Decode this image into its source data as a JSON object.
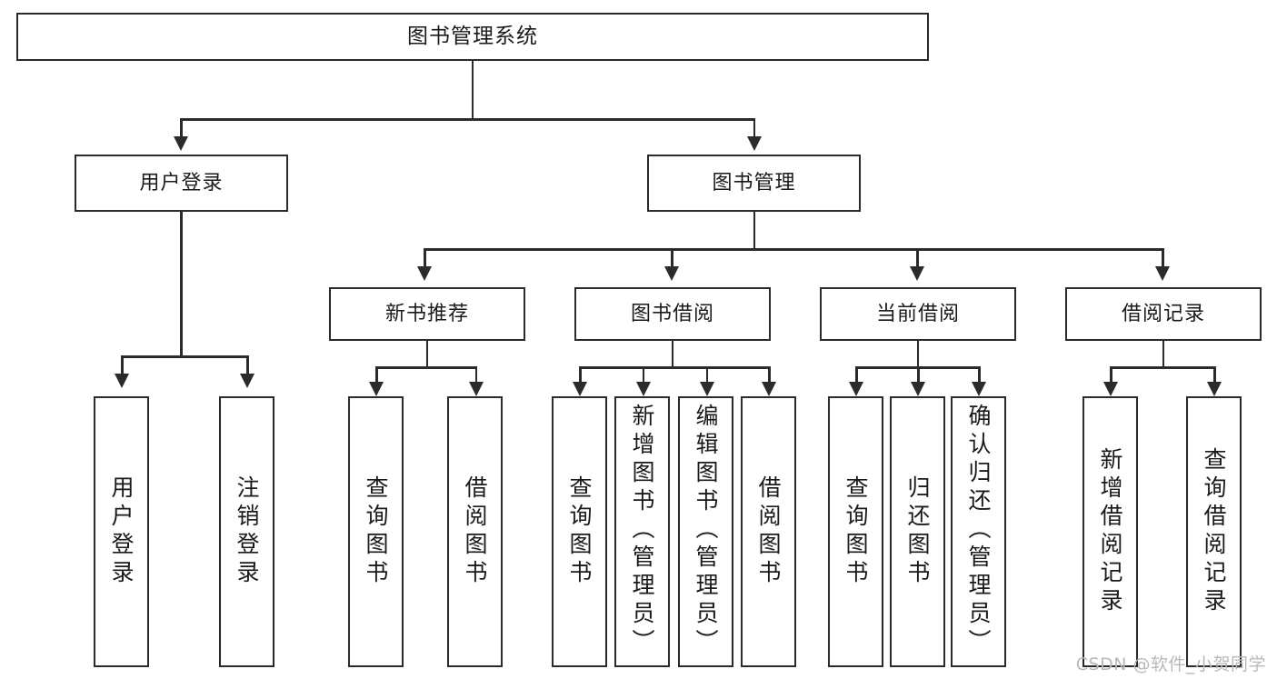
{
  "diagram": {
    "type": "tree",
    "title": "图书管理系统",
    "watermark": "CSDN @软件_小贺同学",
    "colors": {
      "stroke": "#2b2b2b",
      "fill": "#ffffff",
      "text": "#1a1a1a",
      "watermark": "#b8b8b8"
    },
    "levels": {
      "root": {
        "label": "图书管理系统"
      },
      "level2": [
        {
          "label": "用户登录"
        },
        {
          "label": "图书管理"
        }
      ],
      "level3": [
        {
          "label": "新书推荐"
        },
        {
          "label": "图书借阅"
        },
        {
          "label": "当前借阅"
        },
        {
          "label": "借阅记录"
        }
      ],
      "leaves": {
        "user_login": [
          {
            "label": "用户登录"
          },
          {
            "label": "注销登录"
          }
        ],
        "new_book_recommend": [
          {
            "label": "查询图书"
          },
          {
            "label": "借阅图书"
          }
        ],
        "book_borrow": [
          {
            "label": "查询图书"
          },
          {
            "label": "新增图书（管理员）"
          },
          {
            "label": "编辑图书（管理员）"
          },
          {
            "label": "借阅图书"
          }
        ],
        "current_borrow": [
          {
            "label": "查询图书"
          },
          {
            "label": "归还图书"
          },
          {
            "label": "确认归还（管理员）"
          }
        ],
        "borrow_record": [
          {
            "label": "新增借阅记录"
          },
          {
            "label": "查询借阅记录"
          }
        ]
      }
    }
  }
}
